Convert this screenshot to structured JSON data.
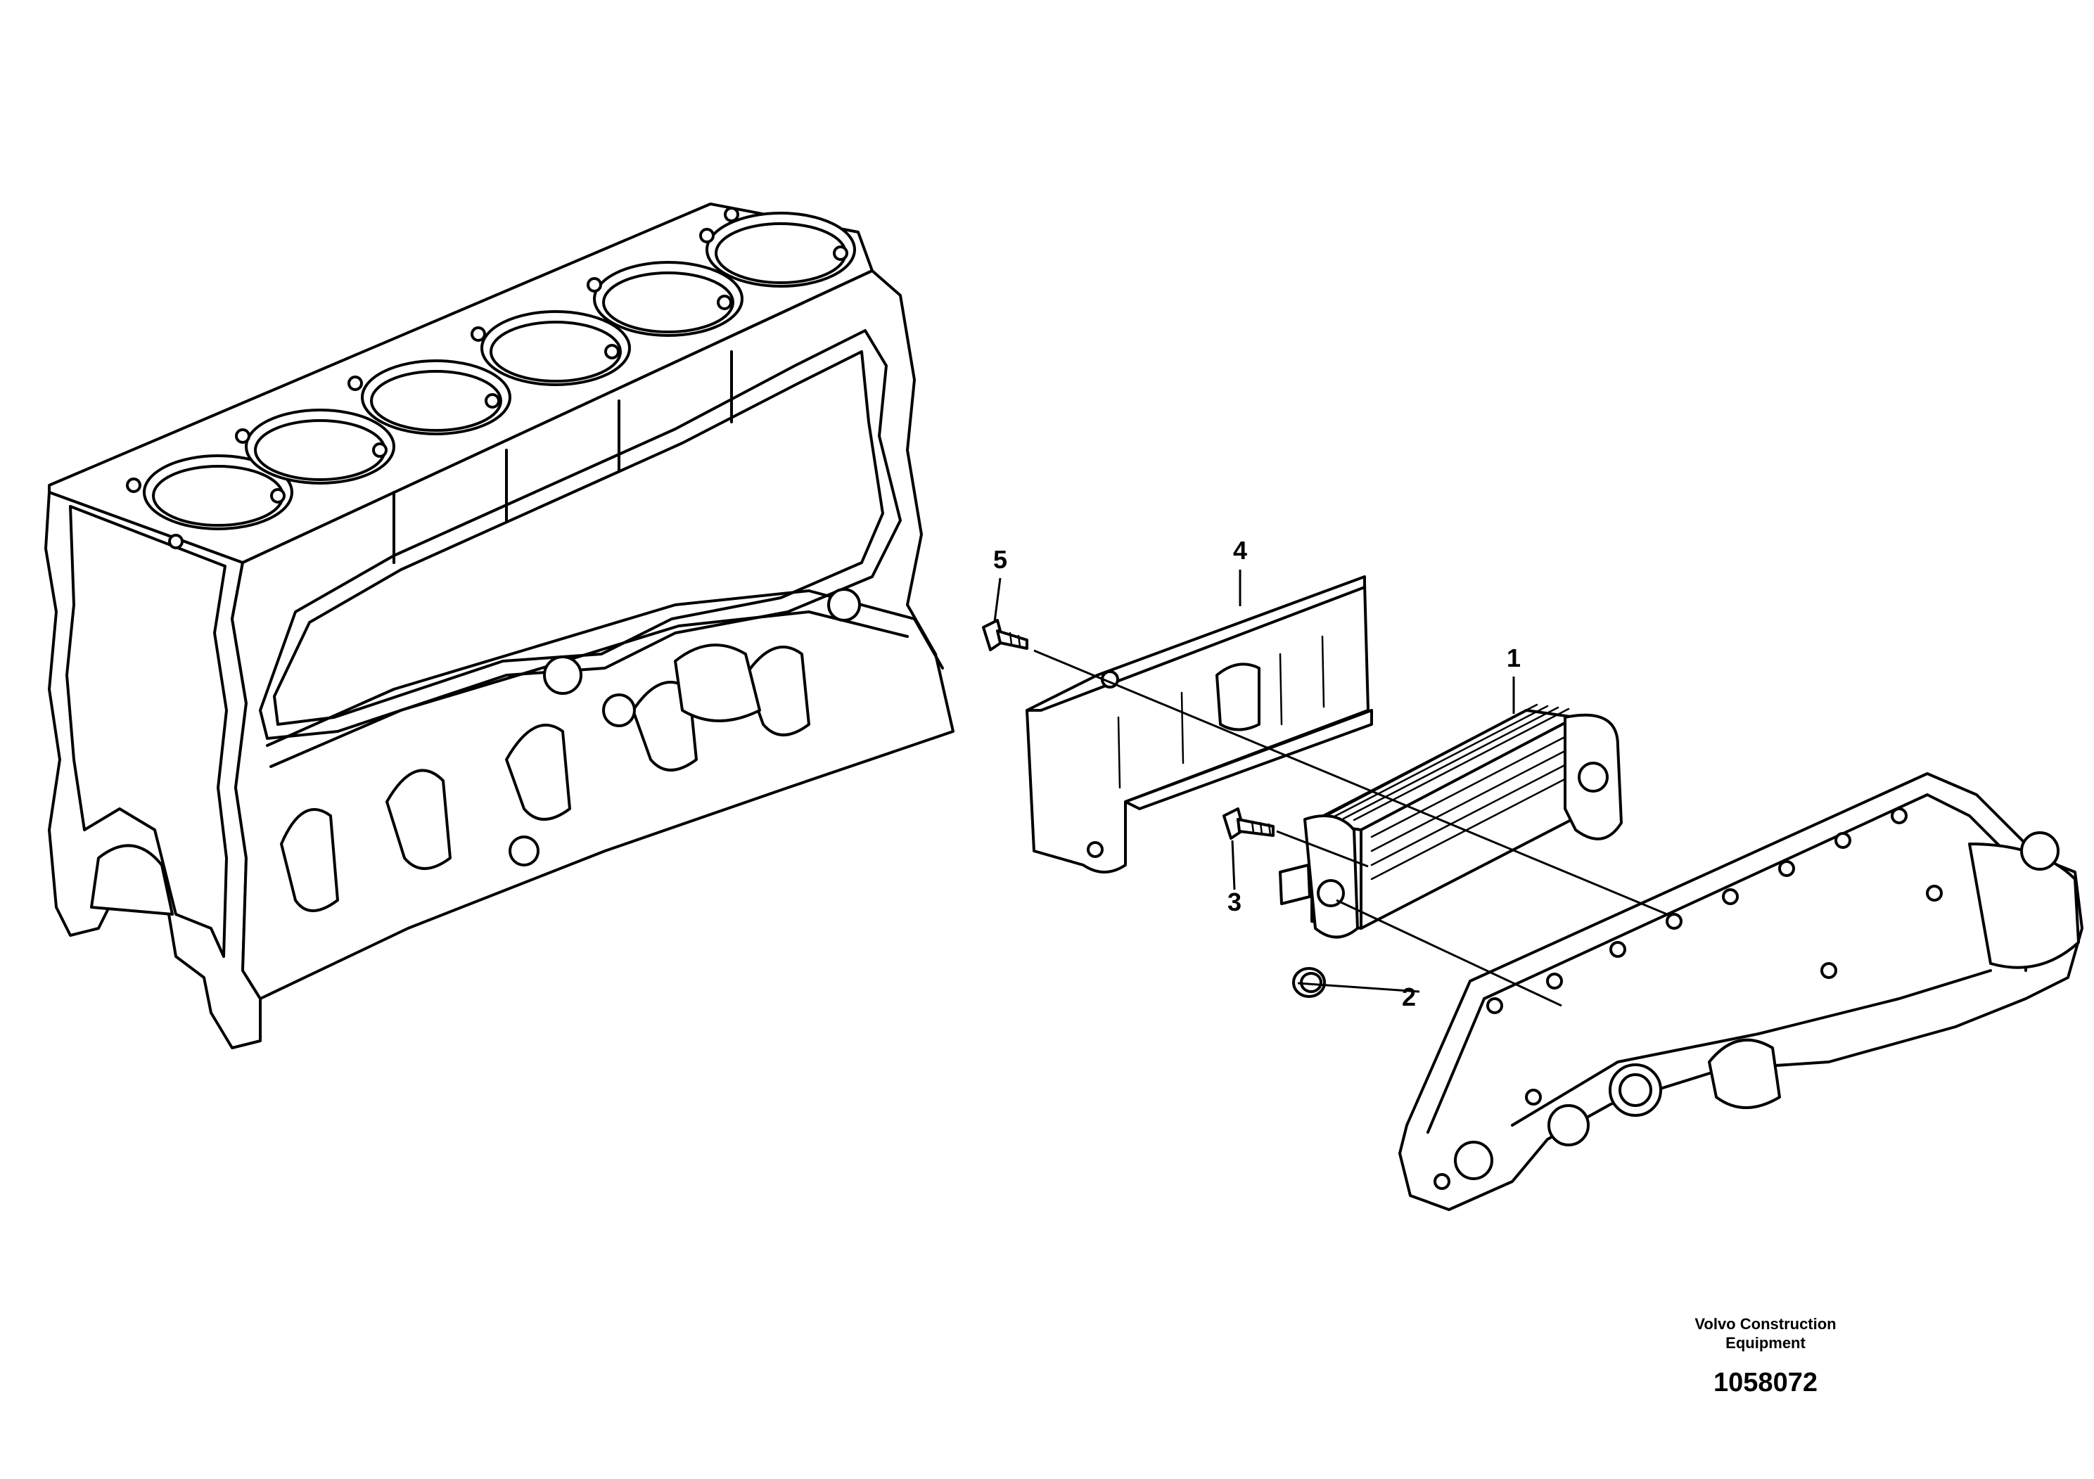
{
  "callouts": [
    {
      "id": "1",
      "label": "1"
    },
    {
      "id": "2",
      "label": "2"
    },
    {
      "id": "3",
      "label": "3"
    },
    {
      "id": "4",
      "label": "4"
    },
    {
      "id": "5",
      "label": "5"
    }
  ],
  "brand": {
    "line1": "Volvo Construction",
    "line2": "Equipment"
  },
  "drawing_number": "1058072"
}
